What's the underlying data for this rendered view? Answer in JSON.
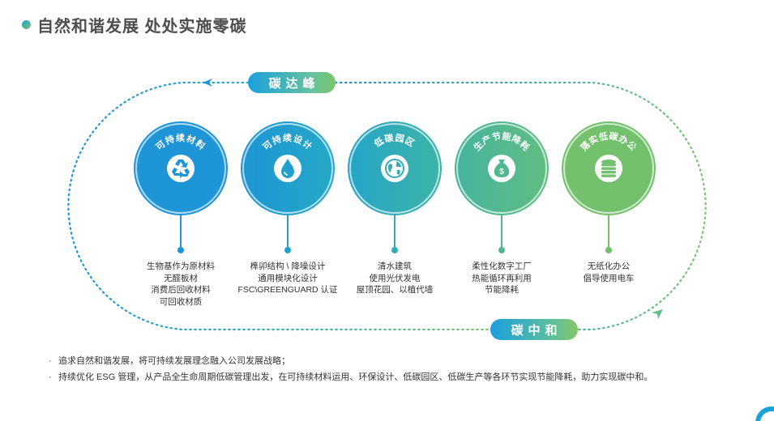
{
  "header": {
    "title": "自然和谐发展 处处实施零碳"
  },
  "cycle": {
    "top_label": "碳达峰",
    "bottom_label": "碳中和"
  },
  "nodes": [
    {
      "title": "可持续材料",
      "icon": "recycle-icon",
      "color": "#1d95d6",
      "lines": [
        "生物基作为原材料",
        "无醛板材",
        "消费后回收材料",
        "可回收材质"
      ]
    },
    {
      "title": "可持续设计",
      "icon": "water-drop-icon",
      "color": "#22a0cc",
      "lines": [
        "榫卯结构 \\ 降噪设计",
        "通用模块化设计",
        "FSC\\GREENGUARD 认证"
      ]
    },
    {
      "title": "低碳园区",
      "icon": "globe-icon",
      "color": "#30adb6",
      "lines": [
        "清水建筑",
        "使用光伏发电",
        "屋顶花园、以植代墙"
      ]
    },
    {
      "title": "生产节能降耗",
      "icon": "money-bag-icon",
      "color": "#52b890",
      "lines": [
        "柔性化数字工厂",
        "热能循环再利用",
        "节能降耗"
      ]
    },
    {
      "title": "落实低碳办公",
      "icon": "coin-stack-icon",
      "color": "#73c16c",
      "lines": [
        "无纸化办公",
        "倡导使用电车"
      ]
    }
  ],
  "bullets": [
    "追求自然和谐发展，将可持续发展理念融入公司发展战略；",
    "持续优化 ESG 管理，从产品全生命周期低碳管理出发，在可持续材料运用、环保设计、低碳园区、低碳生产等各环节实现节能降耗，助力实现碳中和。"
  ],
  "bullet_mark": "·",
  "colors": {
    "blue": "#1d95d6",
    "green": "#73c16c"
  }
}
